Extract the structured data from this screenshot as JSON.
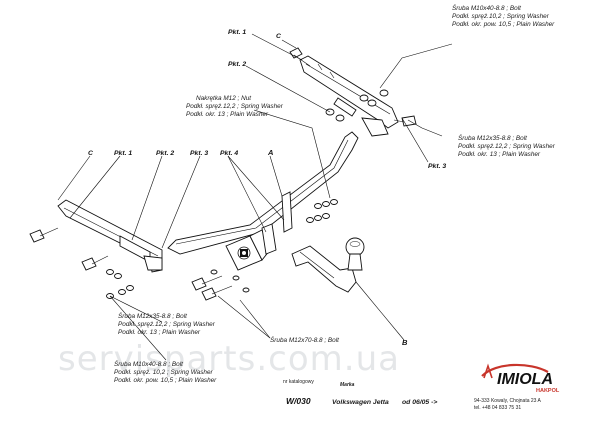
{
  "labels": {
    "c_top": "C",
    "pkt1_top": "Pkt. 1",
    "pkt2_top": "Pkt. 2",
    "pkt3_right": "Pkt. 3",
    "c_left": "C",
    "pkt1_left": "Pkt. 1",
    "pkt2_left": "Pkt. 2",
    "pkt3_left": "Pkt. 3",
    "pkt4_left": "Pkt. 4",
    "a_label": "A",
    "b_label": "B"
  },
  "callouts": {
    "top_right": [
      "Śruba M10x40-8.8 ;  Bolt",
      "Podkł. spręż.10,2 ;  Spring Washer",
      "Podkł. okr. pow. 10,5 ; Plain Washer"
    ],
    "nut": [
      "Nakrętka  M12 ;  Nut",
      "Podkł. spręż.12,2 ;  Spring Washer",
      "Podkł. okr. 13 ;  Plain Washer"
    ],
    "mid_right": [
      "Śruba M12x35-8.8 ;  Bolt",
      "Podkł. spręż.12,2 ;  Spring Washer",
      "Podkł. okr. 13 ;  Plain Washer"
    ],
    "left_mid": [
      "Śruba M12x35-8.8 ;  Bolt",
      "Podkł. spręż.12,2 ;  Spring Washer",
      "Podkł. okr. 13 ;  Plain Washer"
    ],
    "bottom_bolt": [
      "Śruba M12x70-8.8 ;  Bolt"
    ],
    "left_bottom": [
      "Śruba M10x40-8.8 ;  Bolt",
      "Podkł. spręż. 10,2 ;  Spring Washer",
      "Podkł. okr. pow. 10,5 ; Plain Washer"
    ]
  },
  "title_block": {
    "nr_caption": "nr katalogowy",
    "model_code": "W/030",
    "marka_caption": "Marka",
    "vehicle": "Volkswagen  Jetta",
    "period": "od 06/05 ->",
    "brand": "IMIOLA",
    "brand_sub": "HAKPOL",
    "address": "94-333 Kowaly, Chojnata 23 A",
    "phone": "tel. +48 04 833 75 31"
  },
  "watermark": "servisparts.com.ua",
  "colors": {
    "ink": "#111111",
    "brand_red": "#c8352b",
    "watermark": "#cfd3d6"
  }
}
